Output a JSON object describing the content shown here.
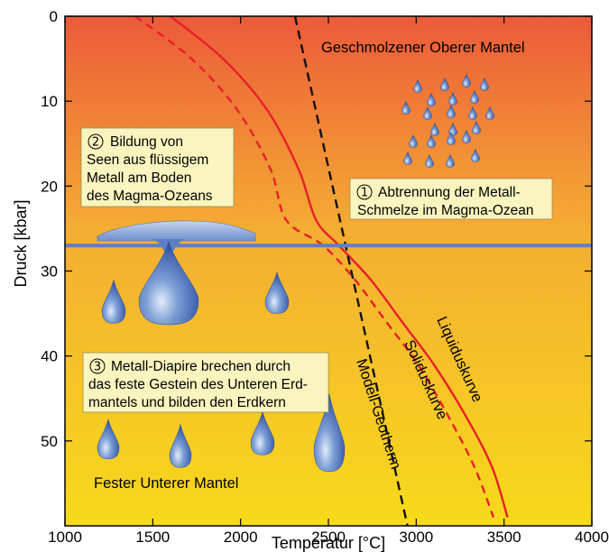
{
  "chart_data": {
    "type": "line",
    "xlabel": "Temperatur [°C]",
    "ylabel": "Druck [kbar]",
    "xlim": [
      1000,
      4000
    ],
    "ylim": [
      0,
      60
    ],
    "x_ticks": [
      "1000",
      "1500",
      "2000",
      "2500",
      "3000",
      "3500",
      "4000"
    ],
    "y_ticks": [
      "0",
      "10",
      "20",
      "30",
      "40",
      "50"
    ],
    "series": [
      {
        "name": "Liquiduskurve",
        "style": "solid",
        "color": "#e8202a",
        "x": [
          1600,
          1900,
          2150,
          2330,
          2430,
          2560,
          2740,
          2920,
          3100,
          3280,
          3430,
          3520
        ],
        "y": [
          0,
          5,
          11,
          18,
          24,
          27,
          31,
          36,
          41,
          47,
          53,
          59
        ]
      },
      {
        "name": "Soliduskurve",
        "style": "dashed",
        "color": "#e8202a",
        "x": [
          1400,
          1720,
          1980,
          2170,
          2260,
          2470,
          2650,
          2830,
          3010,
          3180,
          3330,
          3440
        ],
        "y": [
          0,
          5,
          11,
          18,
          24,
          27,
          31,
          36,
          41,
          47,
          53,
          59
        ]
      },
      {
        "name": "Modell-Geotherm",
        "style": "dashed",
        "color": "#111111",
        "x": [
          2310,
          2950
        ],
        "y": [
          0,
          60
        ]
      },
      {
        "name": "",
        "style": "solid",
        "color": "#5b7fc4",
        "x": [
          1000,
          4000
        ],
        "y": [
          27,
          27
        ]
      }
    ]
  },
  "labels": {
    "upper_mantle": "Geschmolzener Oberer Mantel",
    "lower_mantle": "Fester Unterer Mantel",
    "liquidus": "Liquiduskurve",
    "solidus": "Soliduskurve",
    "geotherm": "Modell-Geotherm"
  },
  "boxes": [
    {
      "number": "2",
      "lines": [
        "Bildung von",
        "Seen aus flüssigem",
        "Metall am Boden",
        "des Magma-Ozeans"
      ]
    },
    {
      "number": "1",
      "lines": [
        "Abtrennung der Metall-",
        "Schmelze im Magma-Ozean"
      ]
    },
    {
      "number": "3",
      "lines": [
        "Metall-Diapire brechen durch",
        "das feste Gestein des Unteren Erd-",
        "mantels und bilden den Erdkern"
      ]
    }
  ],
  "colors": {
    "top": "#ec5a3a",
    "middle": "#f4ad33",
    "bottom": "#f7da1a",
    "curve_red": "#e8202a",
    "boundary_blue": "#5b7fc4",
    "box_fill": "#faf5bf",
    "drop_blue": "#3f63b0"
  }
}
